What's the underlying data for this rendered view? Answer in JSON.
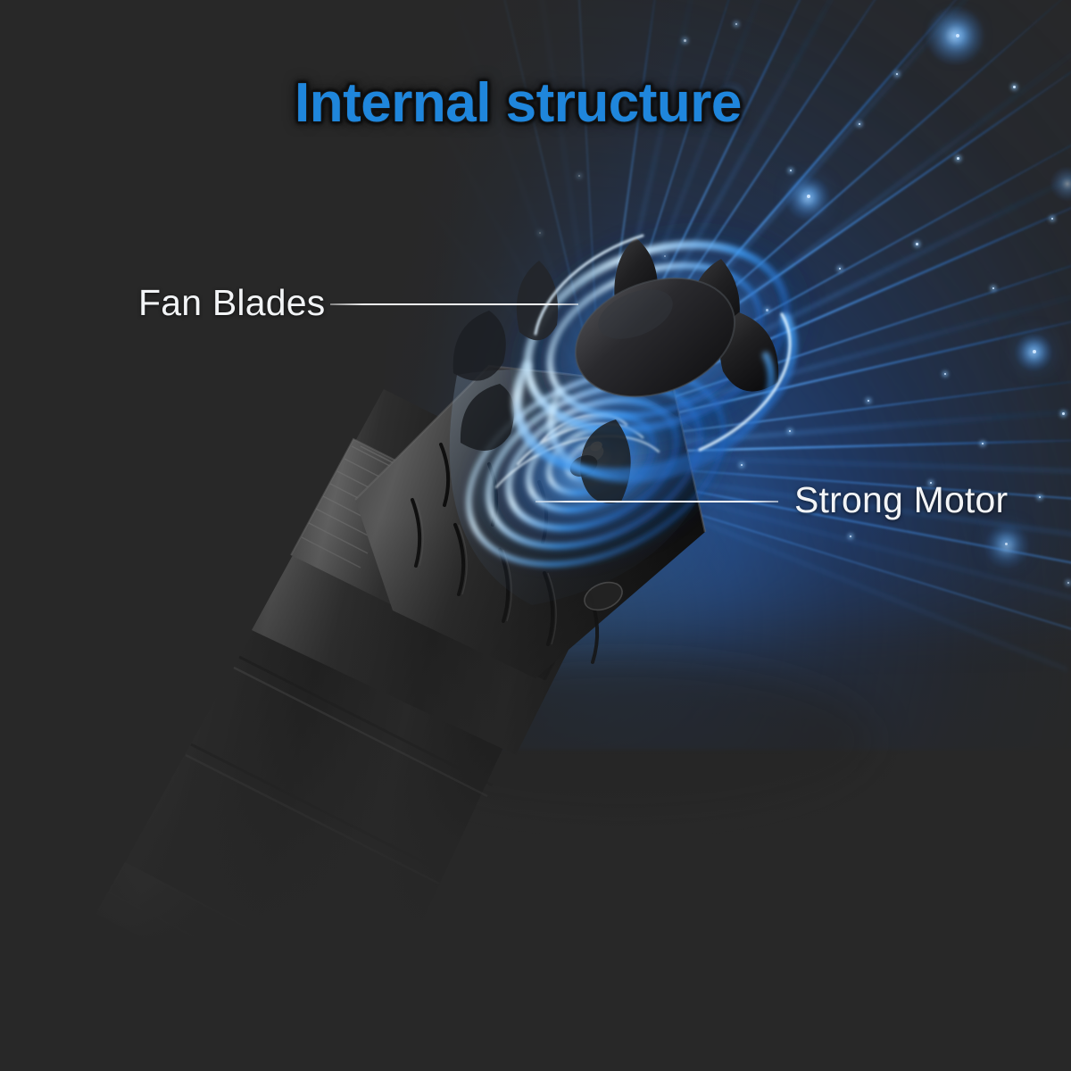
{
  "image": {
    "kind": "product-infographic",
    "subject": "portable handheld fan / blower internal structure cutaway",
    "background_color": "#282828",
    "glow_color": "#2a6ecb"
  },
  "title": {
    "text": "Internal structure",
    "color": "#1f86dc",
    "outline_color": "#1b1b1b"
  },
  "callouts": [
    {
      "id": "fan-blades",
      "label": "Fan Blades",
      "color": "#f2f4f6",
      "leader_side": "right",
      "points_to": "fan blade impeller assembly"
    },
    {
      "id": "strong-motor",
      "label": "Strong Motor",
      "color": "#f2f4f6",
      "leader_side": "left",
      "points_to": "motor spindle with glowing rings"
    }
  ],
  "product": {
    "body_color": "#181818",
    "highlight_color": "#4a4a4a",
    "parts": [
      "fan blade impeller",
      "motor spindle",
      "vented housing",
      "knurled grip band",
      "knurled base cap"
    ]
  },
  "effects": {
    "ray_color": "#4da2ff",
    "swirl_color": "#2f8fe8",
    "sparkle_color": "#cfe6ff",
    "ray_count": 34,
    "sparkle_count": 30
  }
}
